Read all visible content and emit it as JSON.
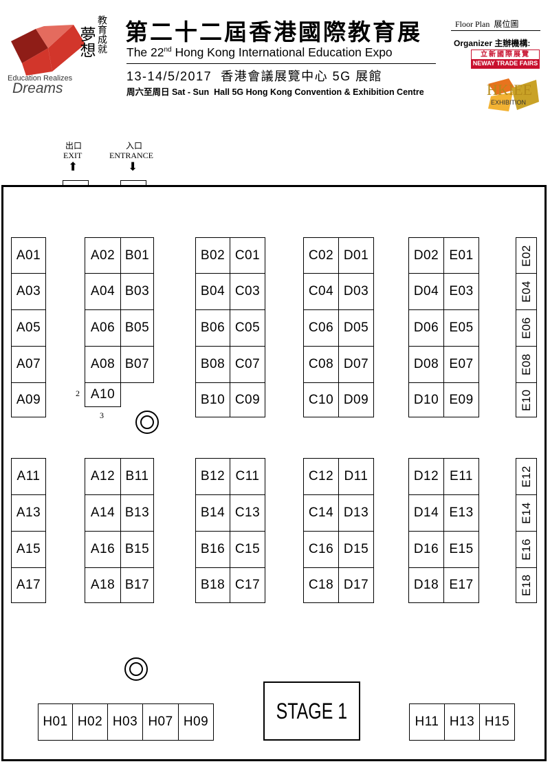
{
  "header": {
    "logo_cn": "教育成就",
    "logo_cn_big": "夢想",
    "logo_en1": "Education Realizes",
    "logo_en2": "Dreams",
    "title_cn": "第二十二屆香港國際教育展",
    "title_en_pre": "The 22",
    "title_en_sup": "nd",
    "title_en_post": " Hong Kong International Education Expo",
    "date_line": "13-14/5/2017  香港會議展覽中心 5G 展館",
    "date_line2": "周六至周日 Sat - Sun  Hall 5G Hong Kong Convention & Exhibition Centre",
    "floor_plan": "Floor Plan  展位圖",
    "organizer": "Organizer 主辦機構:",
    "neway_cn": "立新國際展覽",
    "neway_en": "NEWAY TRADE FAIRS",
    "hkiee": "HKIEE",
    "hkiee_sub": "EXHIBITION"
  },
  "doors": {
    "exit_cn": "出口",
    "exit_en": "EXIT",
    "entrance_cn": "入口",
    "entrance_en": "ENTRANCE",
    "arrow_up": "⬆",
    "arrow_down": "⬇"
  },
  "annotations": {
    "side_2": "2",
    "side_3": "3"
  },
  "stage": "STAGE 1",
  "booths": {
    "A01": "A01",
    "A03": "A03",
    "A05": "A05",
    "A07": "A07",
    "A09": "A09",
    "A02": "A02",
    "A04": "A04",
    "A06": "A06",
    "A08": "A08",
    "A10": "A10",
    "B01": "B01",
    "B03": "B03",
    "B05": "B05",
    "B07": "B07",
    "B02": "B02",
    "B04": "B04",
    "B06": "B06",
    "B08": "B08",
    "B10": "B10",
    "C01": "C01",
    "C03": "C03",
    "C05": "C05",
    "C07": "C07",
    "C09": "C09",
    "C02": "C02",
    "C04": "C04",
    "C06": "C06",
    "C08": "C08",
    "C10": "C10",
    "D01": "D01",
    "D03": "D03",
    "D05": "D05",
    "D07": "D07",
    "D09": "D09",
    "D02": "D02",
    "D04": "D04",
    "D06": "D06",
    "D08": "D08",
    "D10": "D10",
    "E01": "E01",
    "E03": "E03",
    "E05": "E05",
    "E07": "E07",
    "E09": "E09",
    "E02": "E02",
    "E04": "E04",
    "E06": "E06",
    "E08": "E08",
    "E10": "E10",
    "A11": "A11",
    "A13": "A13",
    "A15": "A15",
    "A17": "A17",
    "A12": "A12",
    "A14": "A14",
    "A16": "A16",
    "A18": "A18",
    "B11": "B11",
    "B13": "B13",
    "B15": "B15",
    "B17": "B17",
    "B12": "B12",
    "B14": "B14",
    "B16": "B16",
    "B18": "B18",
    "C11": "C11",
    "C13": "C13",
    "C15": "C15",
    "C17": "C17",
    "C12": "C12",
    "C14": "C14",
    "C16": "C16",
    "C18": "C18",
    "D11": "D11",
    "D13": "D13",
    "D15": "D15",
    "D17": "D17",
    "D12": "D12",
    "D14": "D14",
    "D16": "D16",
    "D18": "D18",
    "E11": "E11",
    "E13": "E13",
    "E15": "E15",
    "E17": "E17",
    "E12": "E12",
    "E14": "E14",
    "E16": "E16",
    "E18": "E18",
    "H01": "H01",
    "H02": "H02",
    "H03": "H03",
    "H07": "H07",
    "H09": "H09",
    "H11": "H11",
    "H13": "H13",
    "H15": "H15"
  },
  "colors": {
    "logo_red": "#d2362b",
    "neway_red": "#c8102e",
    "hkiee_gold": "#c9a227",
    "hkiee_orange": "#e8731e"
  }
}
